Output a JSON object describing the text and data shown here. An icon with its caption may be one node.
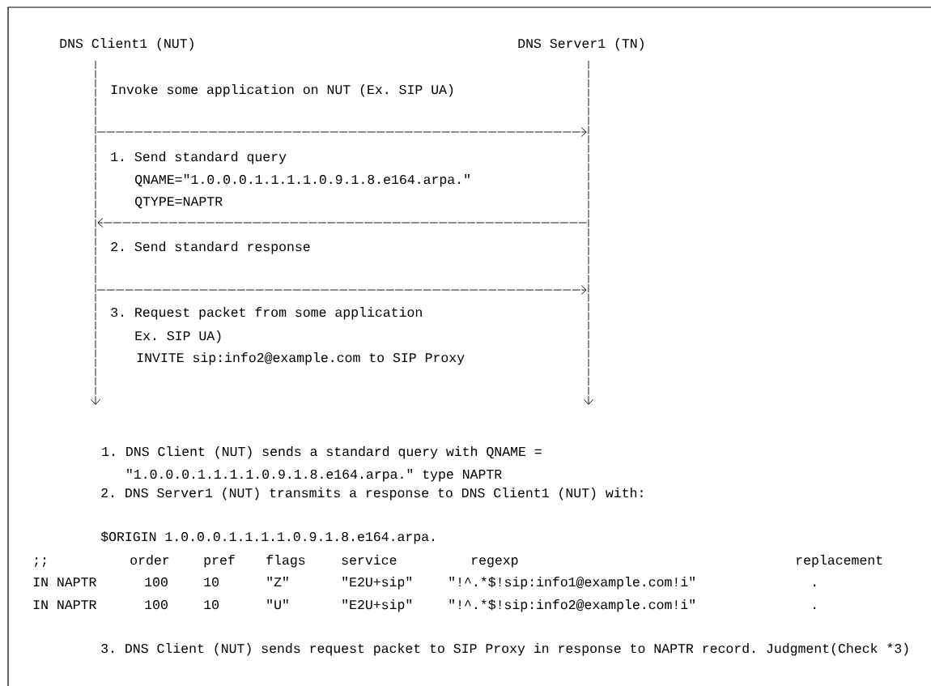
{
  "diagram": {
    "nodes": [
      {
        "text": [
          "DNS Client1 (NUT)"
        ]
      },
      {
        "text": [
          "DNS Server1 (TN)"
        ]
      },
      {
        "text": [],
        "shape": "bar"
      },
      {
        "text": [],
        "shape": "bar"
      }
    ],
    "edges": [
      {
        "from": 2,
        "to": 3,
        "arrow": "to",
        "label": "1. Send standard query"
      },
      {
        "from": 3,
        "to": 2,
        "arrow": "to",
        "label": "2. Send standard response"
      },
      {
        "from": 2,
        "to": 3,
        "arrow": "to",
        "label": "3. Request packet from some application"
      }
    ],
    "labels": [
      "Invoke some application on NUT (Ex. SIP UA)",
      "QNAME=\"1.0.0.0.1.1.1.1.0.9.1.8.e164.arpa.\"",
      "QTYPE=NAPTR",
      "Ex. SIP UA)",
      "INVITE sip:info2@example.com to SIP Proxy",
      "1. DNS Client (NUT) sends a standard query with QNAME = \"1.0.0.0.1.1.1.1.0.9.1.8.e164.arpa.\" type NAPTR",
      "2. DNS Server1 (NUT) transmits a response to DNS Client1 (NUT) with:",
      "$ORIGIN 1.0.0.0.1.1.1.1.0.9.1.8.e164.arpa.",
      ";;",
      "order",
      "pref",
      "flags",
      "service",
      "regexp",
      "replacement",
      "IN NAPTR",
      "100",
      "10",
      "\"Z\"",
      "\"E2U+sip\"",
      "\"!^.*$!sip:info1@example.com!i\"",
      ".",
      "IN NAPTR",
      "100",
      "10",
      "\"U\"",
      "\"E2U+sip\"",
      "\"!^.*$!sip:info2@example.com!i\"",
      ".",
      "3. DNS Client (NUT) sends request packet to SIP Proxy in response to NAPTR record. Judgment(Check *3)"
    ]
  }
}
